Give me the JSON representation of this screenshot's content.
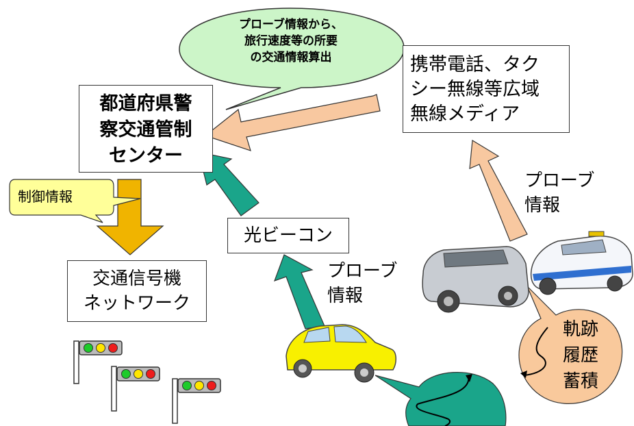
{
  "bubble_top": {
    "line1": "プローブ情報から、",
    "line2": "旅行速度等の所要",
    "line3": "の交通情報算出"
  },
  "control_center": {
    "line1": "都道府県警",
    "line2": "察交通管制",
    "line3": "センター"
  },
  "wide_media": {
    "line1": "携帯電話、タク",
    "line2": "シー無線等広域",
    "line3": "無線メディア"
  },
  "probe_label_right": {
    "line1": "プローブ",
    "line2": "情報"
  },
  "probe_label_mid": {
    "line1": "プローブ",
    "line2": "情報"
  },
  "control_info": "制御情報",
  "optical_beacon": "光ビーコン",
  "signal_network": {
    "line1": "交通信号機",
    "line2": "ネットワーク"
  },
  "track_history": {
    "line1": "軌跡",
    "line2": "履歴",
    "line3": "蓄積"
  },
  "colors": {
    "bubble_green": "#ccf5c8",
    "arrow_teal": "#1aa58a",
    "arrow_peach": "#f8c8a0",
    "arrow_gold": "#f0b400",
    "callout_yellow": "#ffff99",
    "oval_peach": "#f9c99c",
    "oval_teal": "#1aa58a"
  }
}
